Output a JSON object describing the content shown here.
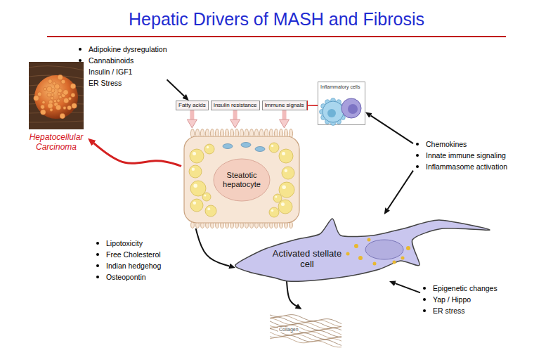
{
  "diagram": {
    "title": "Hepatic Drivers of MASH and Fibrosis",
    "nodes": [
      {
        "text": [
          "Adipokine dysregulation",
          "Cannabinoids",
          "Insulin / IGF1",
          "ER Stress"
        ]
      },
      {
        "text": [
          "Fatty acids"
        ]
      },
      {
        "text": [
          "Insulin resistance"
        ]
      },
      {
        "text": [
          "Immune signals"
        ]
      },
      {
        "text": [
          "Inflammatory cells"
        ]
      },
      {
        "text": [
          "Chemokines",
          "Innate immune signaling",
          "Inflammasome activation"
        ]
      },
      {
        "text": [
          "Hepatocellular Carcinoma"
        ]
      },
      {
        "text": [
          "Steatotic hepatocyte"
        ]
      },
      {
        "text": [
          "Activated stellate cell"
        ]
      },
      {
        "text": [
          "Epigenetic changes",
          "Yap / Hippo",
          "ER stress"
        ]
      },
      {
        "text": [
          "Collagen"
        ]
      }
    ],
    "edges": [
      {
        "from": 0,
        "to": 1,
        "arrow": "to"
      },
      {
        "from": 1,
        "to": 7,
        "arrow": "to"
      },
      {
        "from": 2,
        "to": 7,
        "arrow": "to"
      },
      {
        "from": 3,
        "to": 7,
        "arrow": "to"
      },
      {
        "from": 4,
        "to": 3,
        "arrow": "to"
      },
      {
        "from": 5,
        "to": 4,
        "arrow": "to"
      },
      {
        "from": 5,
        "to": 8,
        "arrow": "to"
      },
      {
        "from": 7,
        "to": 6,
        "arrow": "to"
      },
      {
        "from": 7,
        "to": 8,
        "arrow": "to"
      },
      {
        "from": 9,
        "to": 8,
        "arrow": "to"
      },
      {
        "from": 8,
        "to": 10,
        "arrow": "to"
      }
    ],
    "labels": [
      "Lipotoxicity",
      "Free Cholesterol",
      "Indian hedgehog",
      "Osteopontin"
    ]
  }
}
